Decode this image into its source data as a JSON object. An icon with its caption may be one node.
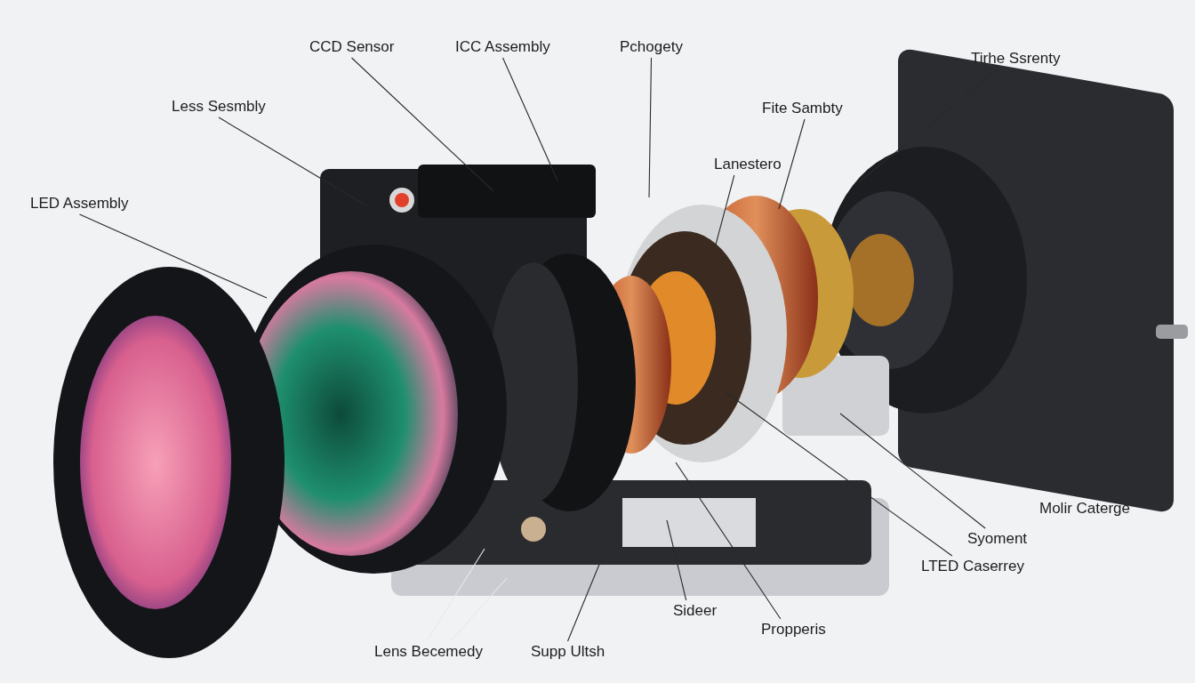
{
  "diagram": {
    "nodes": [
      {
        "text": [
          "CCD Sensor"
        ]
      },
      {
        "text": [
          "ICC Assembly"
        ]
      },
      {
        "text": [
          "Pchogety"
        ]
      },
      {
        "text": [
          "Tirhe Ssrenty"
        ]
      },
      {
        "text": [
          "Less Sesmbly"
        ]
      },
      {
        "text": [
          "Fite Sambty"
        ]
      },
      {
        "text": [
          "Lanestero"
        ]
      },
      {
        "text": [
          "LED Assembly"
        ]
      },
      {
        "text": [
          "Syoment"
        ]
      },
      {
        "text": [
          "LTED Caserrey"
        ]
      },
      {
        "text": [
          "Sideer"
        ]
      },
      {
        "text": [
          "Propperis"
        ]
      },
      {
        "text": [
          "Lens Becemedy"
        ]
      },
      {
        "text": [
          "Supp Ultsh"
        ]
      }
    ],
    "edges": [
      {
        "from": 0,
        "to": null,
        "arrow": "none"
      },
      {
        "from": 1,
        "to": null,
        "arrow": "none"
      },
      {
        "from": 2,
        "to": null,
        "arrow": "none"
      },
      {
        "from": 3,
        "to": null,
        "arrow": "none"
      },
      {
        "from": 4,
        "to": null,
        "arrow": "none"
      },
      {
        "from": 5,
        "to": null,
        "arrow": "none"
      },
      {
        "from": 6,
        "to": null,
        "arrow": "none"
      },
      {
        "from": 7,
        "to": null,
        "arrow": "none"
      },
      {
        "from": 8,
        "to": null,
        "arrow": "none"
      },
      {
        "from": 9,
        "to": null,
        "arrow": "none"
      },
      {
        "from": 10,
        "to": null,
        "arrow": "none"
      },
      {
        "from": 11,
        "to": null,
        "arrow": "none"
      },
      {
        "from": 12,
        "to": null,
        "arrow": "none",
        "color": "#e8e8e8"
      },
      {
        "from": 12,
        "to": null,
        "arrow": "none",
        "color": "#e8e8e8"
      },
      {
        "from": 13,
        "to": null,
        "arrow": "none"
      }
    ],
    "labels": [
      "Molir Caterge"
    ]
  }
}
